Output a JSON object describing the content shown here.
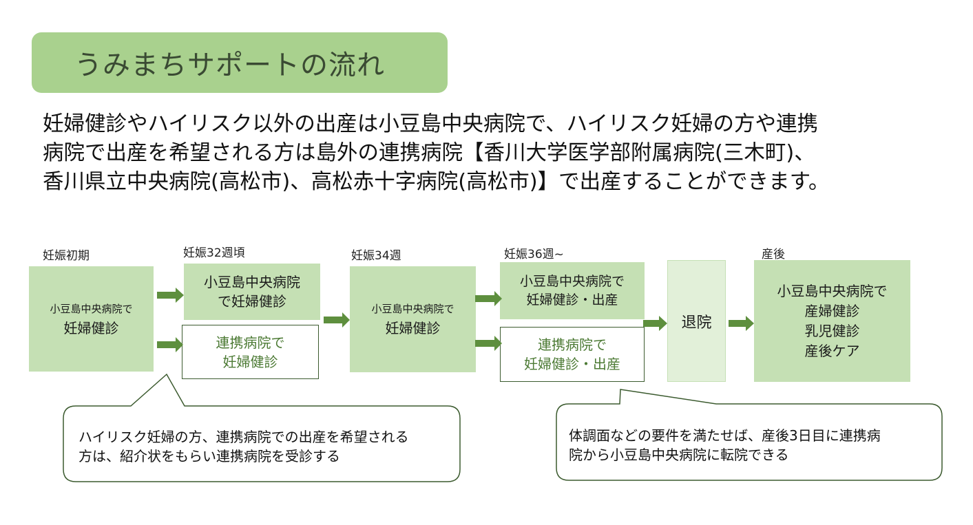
{
  "title": "うみまちサポートの流れ",
  "intro_lines": [
    "妊婦健診やハイリスク以外の出産は小豆島中央病院で、ハイリスク妊婦の方や連携",
    "病院で出産を希望される方は島外の連携病院【香川大学医学部附属病院(三木町)、",
    "香川県立中央病院(高松市)、高松赤十字病院(高松市)】で出産することができます。"
  ],
  "stages": {
    "early": "妊娠初期",
    "w32": "妊娠32週頃",
    "w34": "妊娠34週",
    "w36": "妊娠36週~",
    "postpartum": "産後"
  },
  "boxes": {
    "early": {
      "line1": "小豆島中央病院で",
      "line2": "妊婦健診"
    },
    "w32_main": {
      "line1": "小豆島中央病院",
      "line2": "で妊婦健診"
    },
    "w32_partner": {
      "line1": "連携病院で",
      "line2": "妊婦健診"
    },
    "w34": {
      "line1": "小豆島中央病院で",
      "line2": "妊婦健診"
    },
    "w36_main": {
      "line1": "小豆島中央病院で",
      "line2": "妊婦健診・出産"
    },
    "w36_partner": {
      "line1": "連携病院で",
      "line2": "妊婦健診・出産"
    },
    "discharge": {
      "label": "退院"
    },
    "postpartum": {
      "line1": "小豆島中央病院で",
      "line2": "産婦健診",
      "line3": "乳児健診",
      "line4": "産後ケア"
    }
  },
  "callouts": {
    "left": {
      "line1": "ハイリスク妊婦の方、連携病院での出産を希望される",
      "line2": "方は、紹介状をもらい連携病院を受診する"
    },
    "right": {
      "line1": "体調面などの要件を満たせば、産後3日目に連携病",
      "line2": "院から小豆島中央病院に転院できる"
    }
  },
  "colors": {
    "title_bg": "#a9d18e",
    "box_fill": "#c5e0b4",
    "box_fill_light": "#e2f0d9",
    "arrow": "#5e8f3e",
    "outline": "#3b5a2e",
    "partner_text": "#4c7a34"
  }
}
